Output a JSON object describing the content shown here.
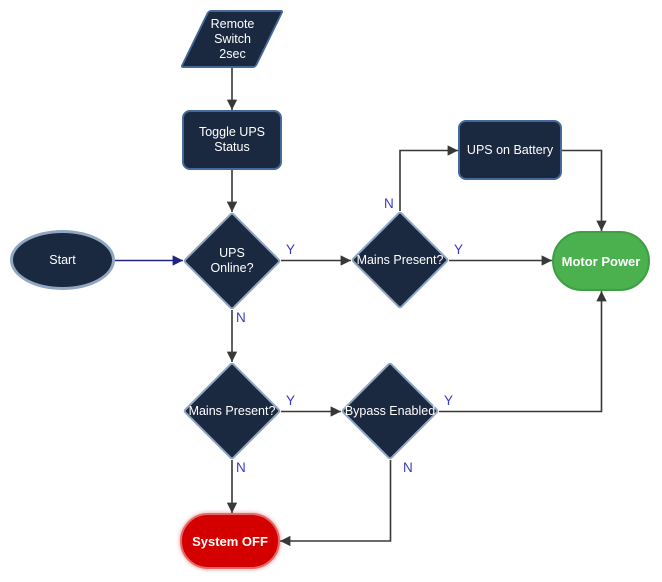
{
  "diagram": {
    "nodes": {
      "remote_switch": {
        "type": "input-parallelogram",
        "line1": "Remote",
        "line2": "Switch",
        "line3": "2sec"
      },
      "toggle_ups_status": {
        "type": "process-rectangle",
        "line1": "Toggle UPS",
        "line2": "Status"
      },
      "start": {
        "type": "terminator-ellipse",
        "label": "Start"
      },
      "ups_online": {
        "type": "decision-diamond",
        "line1": "UPS",
        "line2": "Online?"
      },
      "mains_present_top": {
        "type": "decision-diamond",
        "label": "Mains Present?"
      },
      "ups_on_battery": {
        "type": "process-rectangle",
        "label": "UPS on Battery"
      },
      "motor_power": {
        "type": "terminator-stadium",
        "label": "Motor Power"
      },
      "mains_present_bottom": {
        "type": "decision-diamond",
        "label": "Mains Present?"
      },
      "bypass_enabled": {
        "type": "decision-diamond",
        "label": "Bypass Enabled"
      },
      "system_off": {
        "type": "terminator-stadium",
        "label": "System OFF"
      }
    },
    "edge_labels": {
      "ups_online_yes": "Y",
      "ups_online_no": "N",
      "mains_top_no": "N",
      "mains_top_yes": "Y",
      "mains_bottom_yes": "Y",
      "mains_bottom_no": "N",
      "bypass_yes": "Y",
      "bypass_no": "N"
    },
    "colors": {
      "node-fill": "#1b2940",
      "node-border-strong": "#44699a",
      "node-border-light": "#90a6c1",
      "node-text": "#ffffff",
      "success-fill": "#4ab14e",
      "success-border": "#3f9e45",
      "danger-fill": "#d40000",
      "danger-border": "#e46a6a",
      "edge-label": "#3a3ac0",
      "connector": "#383838",
      "connector-start": "#20247a"
    }
  }
}
